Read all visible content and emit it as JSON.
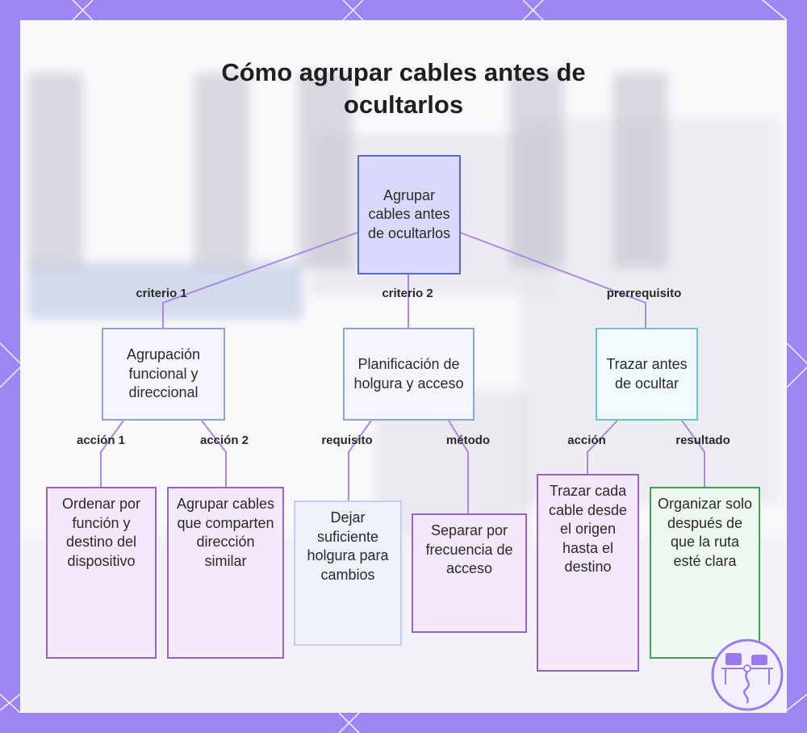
{
  "title": "Cómo agrupar cables antes de ocultarlos",
  "nodes": {
    "root": "Agrupar cables antes de ocultarlos",
    "grouping": "Agrupación funcional y direccional",
    "planning": "Planificación de holgura y acceso",
    "tracing": "Trazar antes de ocultar",
    "sort": "Ordenar por función y destino del dispositivo",
    "group": "Agrupar cables que comparten dirección similar",
    "slack": "Dejar suficiente holgura para cambios",
    "separate": "Separar por frecuencia de acceso",
    "trace": "Trazar cada cable desde el origen hasta el destino",
    "organize": "Organizar solo después de que la ruta esté clara"
  },
  "edges": {
    "criterion1": "criterio 1",
    "criterion2": "criterio 2",
    "prerequisite": "prerrequisito",
    "action1": "acción 1",
    "action2": "acción 2",
    "requirement": "requisito",
    "method": "método",
    "action": "acción",
    "result": "resultado"
  },
  "colors": {
    "frame": "#9b86f2",
    "edge": "#a98be6",
    "root_fill": "#d9dafb",
    "leaf_border": "#9a62c8",
    "green_border": "#3fa650",
    "cyan_border": "#5fc6d3"
  },
  "icons": {
    "logo": "desk-workstation-icon"
  }
}
